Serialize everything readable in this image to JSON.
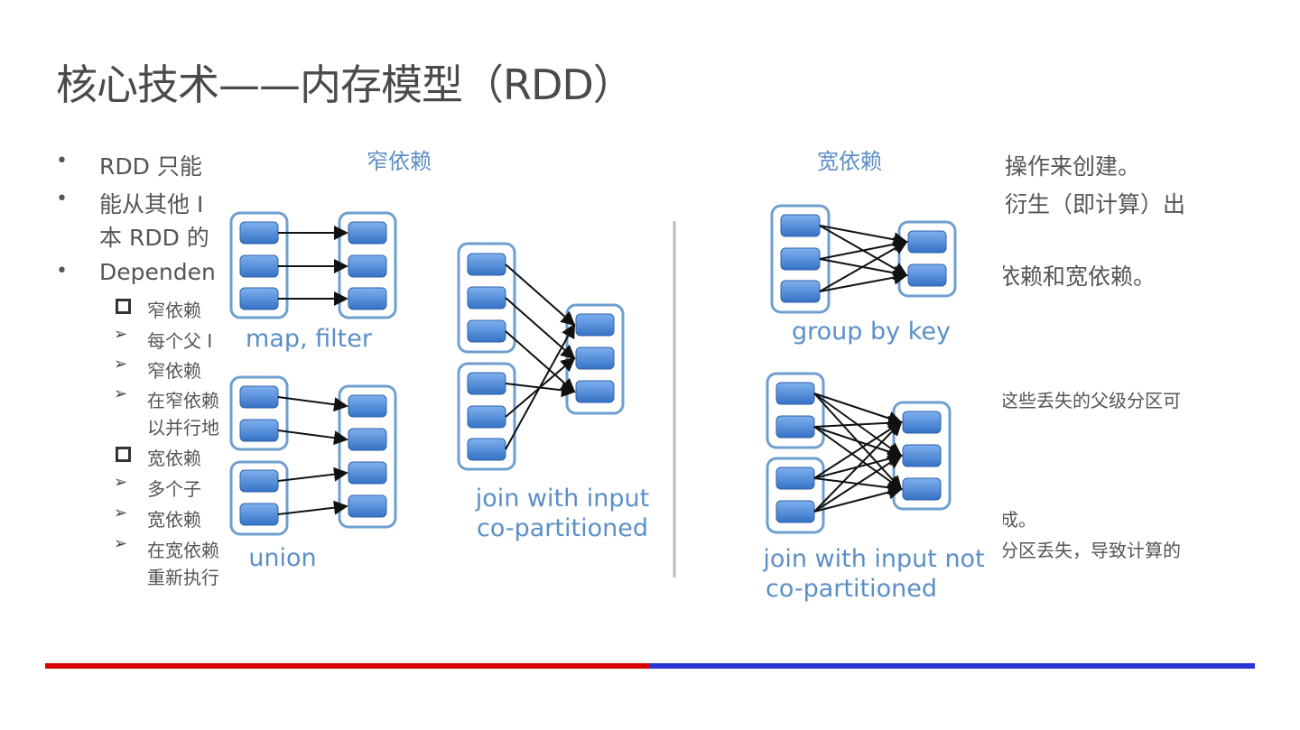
{
  "title": "核心技术——内存模型（RDD）",
  "bullets": {
    "b1": {
      "left": "RDD 只能",
      "right": "操作来创建。"
    },
    "b2": {
      "left": "能从其他 I",
      "right": "衍生（即计算）出",
      "line2_left": "本 RDD 的"
    },
    "b3": {
      "left": "Dependen",
      "right": "依赖和宽依赖。"
    },
    "sub": [
      {
        "marker": "square",
        "left": "窄依赖",
        "right": ""
      },
      {
        "marker": "arrow",
        "left": "每个父 I",
        "right": ""
      },
      {
        "marker": "arrow",
        "left": "窄依赖",
        "right": ""
      },
      {
        "marker": "arrow",
        "left": "在窄依赖",
        "right": "这些丢失的父级分区可",
        "line2_left": "以并行地"
      },
      {
        "marker": "square",
        "left": "宽依赖",
        "right": ""
      },
      {
        "marker": "arrow",
        "left": "多个子",
        "right": ""
      },
      {
        "marker": "arrow",
        "left": "宽依赖",
        "right": "成。"
      },
      {
        "marker": "arrow",
        "left": "在宽依赖",
        "right": "分区丢失，导致计算的",
        "line2_left": "重新执行"
      }
    ]
  },
  "diagram": {
    "narrow_title": "窄依赖",
    "wide_title": "宽依赖",
    "labels": {
      "map_filter": "map, filter",
      "union": "union",
      "join_co_1": "join with input",
      "join_co_2": "co-partitioned",
      "group_by_key": "group by key",
      "join_not_1": "join with input not",
      "join_not_2": "co-partitioned"
    },
    "colors": {
      "label": "#5b8fc7",
      "partition": "#4a86d4",
      "box_border": "#6f9fd0",
      "arrow": "#111111"
    }
  },
  "footer": {
    "colors": {
      "left": "#d60000",
      "right": "#2a35d8"
    }
  }
}
